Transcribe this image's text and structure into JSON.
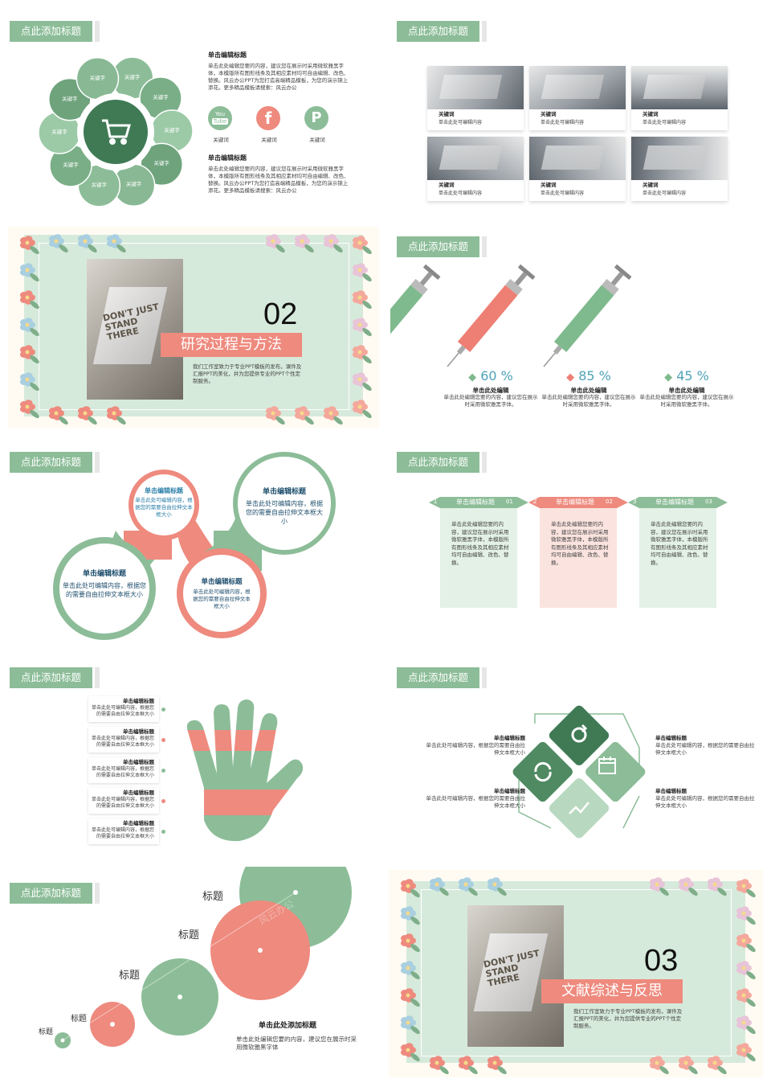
{
  "tag_label": "点此添加标题",
  "s1": {
    "petals": [
      "关键字",
      "关键字",
      "关键字",
      "关键字",
      "关键字",
      "关键字",
      "关键字",
      "关键字",
      "关键字",
      "关键字"
    ],
    "block_title": "单击编辑标题",
    "block_text": "单击此处编辑您要的内容，建议您在展示时采用微软雅黑字体，本模版所有图形线条及其相应素材均可自由编辑、改色、替换。风云办公PPT为您打造高端精品模板，为您的演示锦上添花。更多精品模板请搜索：风云办公",
    "social": [
      {
        "icon": "youtube-icon",
        "label": "关键词",
        "glyph": "You Tube"
      },
      {
        "icon": "facebook-icon",
        "label": "关键词",
        "glyph": "f"
      },
      {
        "icon": "pinterest-icon",
        "label": "关键词",
        "glyph": "P"
      }
    ],
    "block2_title": "单击编辑标题",
    "block2_text": "单击此处编辑您要的内容，建议您在展示时采用微软雅黑字体，本模版所有图形线条及其相应素材均可自由编辑、改色、替换。风云办公PPT为您打造高端精品模板，为您的演示锦上添花。更多精品模板请搜索：风云办公"
  },
  "s2": {
    "cards": [
      {
        "title": "关键词",
        "text": "单击此处可编辑内容"
      },
      {
        "title": "关键词",
        "text": "单击此处可编辑内容"
      },
      {
        "title": "关键词",
        "text": "单击此处可编辑内容"
      },
      {
        "title": "关键词",
        "text": "单击此处可编辑内容"
      },
      {
        "title": "关键词",
        "text": "单击此处可编辑内容"
      },
      {
        "title": "关键词",
        "text": "单击此处可编辑内容"
      }
    ]
  },
  "s3": {
    "number": "02",
    "title": "研究过程与方法",
    "text": "我们工作室致力于专业PPT模板的发布，课件及汇报PPT的美化，并为您提供专业的PPT个性定制服务。",
    "poster": "DON'T JUST STAND THERE"
  },
  "s4": {
    "items": [
      {
        "percent": "60 %",
        "title": "单击此处编辑",
        "text": "单击此处编辑您要的内容，建议您在展示时采用微软雅黑字体。",
        "color": "#7fba8e",
        "icon": "house-icon"
      },
      {
        "percent": "85 %",
        "title": "单击此处编辑",
        "text": "单击此处编辑您要的内容，建议您在展示时采用微软雅黑字体。",
        "color": "#ee7f74",
        "icon": "lightbulb-icon"
      },
      {
        "percent": "45 %",
        "title": "单击此处编辑",
        "text": "单击此处编辑您要的内容，建议您在展示时采用微软雅黑字体。",
        "color": "#7fba8e",
        "icon": "hand-icon"
      }
    ]
  },
  "s5": {
    "circles": [
      {
        "title": "单击编辑标题",
        "text": "单击此处可编辑内容，根据您的需要自由拉伸文本框大小"
      },
      {
        "title": "单击编辑标题",
        "text": "单击此处可编辑内容，根据您的需要自由拉伸文本框大小"
      },
      {
        "title": "单击编辑标题",
        "text": "单击此处可编辑内容，根据您的需要自由拉伸文本框大小"
      },
      {
        "title": "单击编辑标题",
        "text": "单击此处可编辑内容，根据您的需要自由拉伸文本框大小"
      }
    ]
  },
  "s6": {
    "columns": [
      {
        "num": "1",
        "title": "单击编辑标题",
        "code": "01",
        "text": "单击此处编辑您要的内容，建议您在展示时采用微软雅黑字体，本模版所有图形线条及其相应素材均可自由编辑、改色、替换。"
      },
      {
        "num": "2",
        "title": "单击编辑标题",
        "code": "02",
        "text": "单击此处编辑您要的内容，建议您在展示时采用微软雅黑字体，本模版所有图形线条及其相应素材均可自由编辑、改色、替换。"
      },
      {
        "num": "3",
        "title": "单击编辑标题",
        "code": "03",
        "text": "单击此处编辑您要的内容，建议您在展示时采用微软雅黑字体，本模版所有图形线条及其相应素材均可自由编辑、改色、替换。"
      }
    ]
  },
  "s7": {
    "items": [
      {
        "title": "单击编辑标题",
        "text": "单击此处可编辑内容，根据您的需要自由拉伸文本框大小"
      },
      {
        "title": "单击编辑标题",
        "text": "单击此处可编辑内容，根据您的需要自由拉伸文本框大小"
      },
      {
        "title": "单击编辑标题",
        "text": "单击此处可编辑内容，根据您的需要自由拉伸文本框大小"
      },
      {
        "title": "单击编辑标题",
        "text": "单击此处可编辑内容，根据您的需要自由拉伸文本框大小"
      },
      {
        "title": "单击编辑标题",
        "text": "单击此处可编辑内容，根据您的需要自由拉伸文本框大小"
      }
    ]
  },
  "s8": {
    "items": [
      {
        "title": "单击编辑标题",
        "text": "单击此处可编辑内容，根据您的需要自由拉伸文本框大小"
      },
      {
        "title": "单击编辑标题",
        "text": "单击此处可编辑内容，根据您的需要自由拉伸文本框大小"
      },
      {
        "title": "单击编辑标题",
        "text": "单击此处可编辑内容，根据您的需要自由拉伸文本框大小"
      },
      {
        "title": "单击编辑标题",
        "text": "单击此处可编辑内容，根据您的需要自由拉伸文本框大小"
      }
    ]
  },
  "s9": {
    "labels": [
      "标题",
      "标题",
      "标题",
      "标题",
      "标题"
    ],
    "caption_title": "单击此处添加标题",
    "caption_text": "单击此处编辑您要的内容，建议您在展示时采用微软雅黑字体",
    "watermark": "风云办公"
  },
  "s10": {
    "number": "03",
    "title": "文献综述与反思",
    "text": "我们工作室致力于专业PPT模板的发布，课件及汇报PPT的美化，并为您提供专业的PPT个性定制服务。",
    "poster": "DON'T JUST STAND THERE"
  },
  "colors": {
    "green": "#8cbd98",
    "dark_green": "#3f7a55",
    "coral": "#ee8a7e",
    "mint": "#d6eadb"
  }
}
